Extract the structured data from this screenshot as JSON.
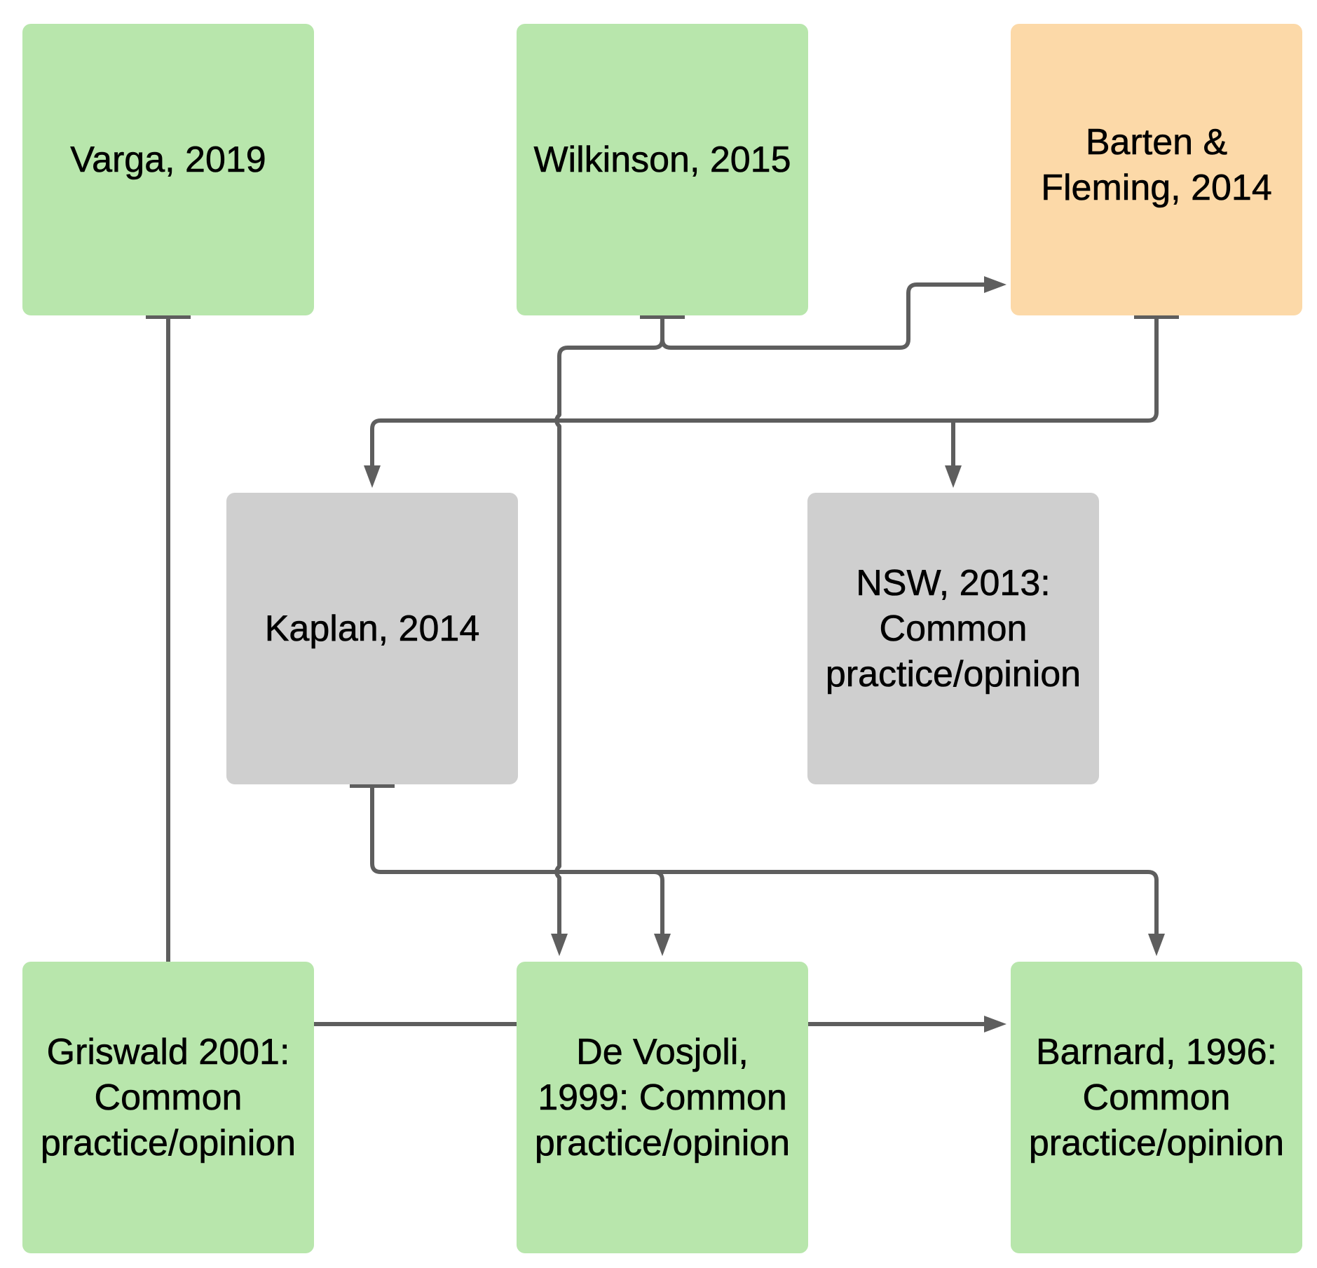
{
  "colors": {
    "green": "#b8e6ac",
    "orange": "#fcd9a8",
    "gray": "#cfcfcf",
    "connector": "#5e5e5e"
  },
  "nodes": {
    "varga": {
      "label": "Varga, 2019",
      "color": "green"
    },
    "wilkinson": {
      "label": "Wilkinson, 2015",
      "color": "green"
    },
    "barten": {
      "label": "Barten &\nFleming, 2014",
      "color": "orange"
    },
    "kaplan": {
      "label": "Kaplan, 2014",
      "color": "gray"
    },
    "nsw": {
      "label": "NSW, 2013:\nCommon\npractice/opinion",
      "color": "gray"
    },
    "griswald": {
      "label": "Griswald 2001:\nCommon\npractice/opinion",
      "color": "green"
    },
    "devosjoli": {
      "label": "De Vosjoli,\n1999: Common\npractice/opinion",
      "color": "green"
    },
    "barnard": {
      "label": "Barnard, 1996:\nCommon\npractice/opinion",
      "color": "green"
    }
  },
  "edges": [
    {
      "from": "varga",
      "to": "griswald",
      "arrow": false
    },
    {
      "from": "wilkinson",
      "to": "barten",
      "arrow": true
    },
    {
      "from": "wilkinson",
      "to": "devosjoli",
      "arrow": true
    },
    {
      "from": "barten",
      "to": "kaplan",
      "arrow": true
    },
    {
      "from": "barten",
      "to": "nsw",
      "arrow": true
    },
    {
      "from": "kaplan",
      "to": "devosjoli",
      "arrow": true
    },
    {
      "from": "kaplan",
      "to": "barnard",
      "arrow": true
    },
    {
      "from": "griswald",
      "to": "devosjoli",
      "arrow": false
    },
    {
      "from": "devosjoli",
      "to": "barnard",
      "arrow": true
    }
  ]
}
